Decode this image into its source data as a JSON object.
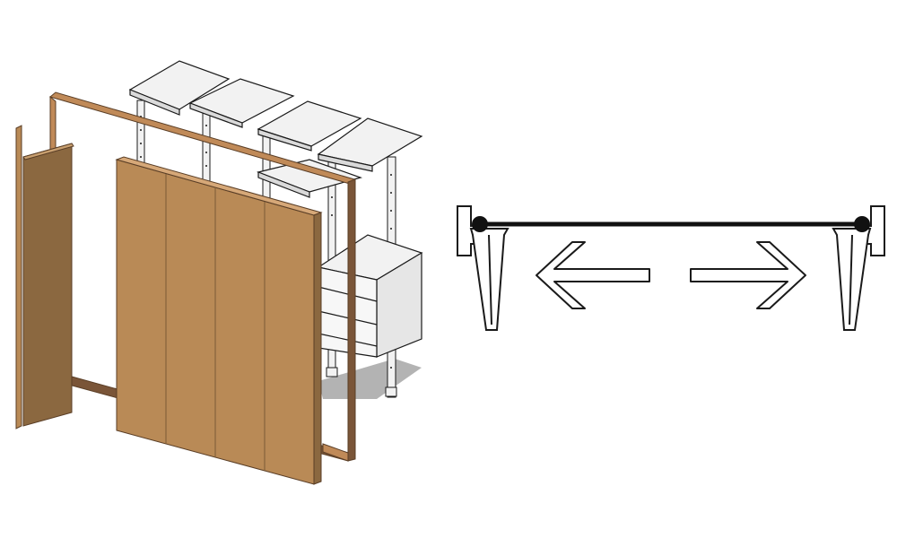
{
  "illustration": {
    "subject": "closet-storage-system-exploded-view",
    "colors": {
      "wood_face": "#B98A56",
      "wood_dark": "#8B6840",
      "wood_edge": "#7A5A36",
      "frame": "#C08A58",
      "frame_dark": "#7A5538",
      "shelf": "#F2F2F2",
      "shelf_line": "#6A6A6A",
      "shadow": "#B3B3B3",
      "outline": "#1A1A1A"
    }
  },
  "mechanism": {
    "subject": "adjustable-tension-rod-top-view",
    "colors": {
      "rod": "#111111",
      "outline": "#1A1A1A",
      "fill": "#FFFFFF"
    },
    "arrows": [
      "left-arrow",
      "right-arrow"
    ]
  }
}
